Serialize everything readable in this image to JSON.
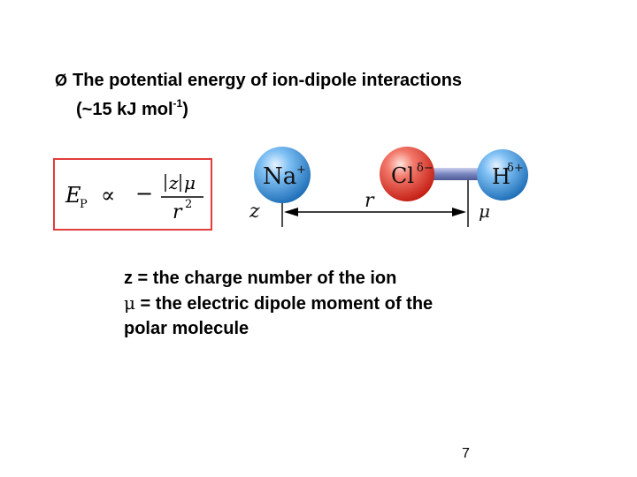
{
  "bullet": {
    "marker": "Ø",
    "text": "The potential energy of ion-dipole interactions",
    "line2_prefix": "(~15 kJ mol",
    "line2_sup": "-1",
    "line2_suffix": ")"
  },
  "formula": {
    "lhs_symbol": "E",
    "lhs_subscript": "P",
    "proportional": "∝",
    "minus": "−",
    "numerator_z": "z",
    "numerator_mu": "μ",
    "denominator_r": "r",
    "denominator_exp": "2"
  },
  "diagram": {
    "ion_label": "Na",
    "ion_charge": "+",
    "chlorine_label": "Cl",
    "chlorine_charge": "δ−",
    "hydrogen_label": "H",
    "hydrogen_charge": "δ+",
    "z_label": "z",
    "r_label": "r",
    "mu_label": "μ",
    "colors": {
      "na_sphere": "#3a8fd6",
      "cl_sphere": "#e03a2e",
      "h_sphere": "#3a8fd6",
      "bond": "#7a86c0"
    }
  },
  "definitions": {
    "z_line": "z = the charge number of the ion",
    "mu_symbol": "μ",
    "mu_line": " = the electric dipole moment of the",
    "mu_line2": "polar molecule"
  },
  "page_number": "7"
}
